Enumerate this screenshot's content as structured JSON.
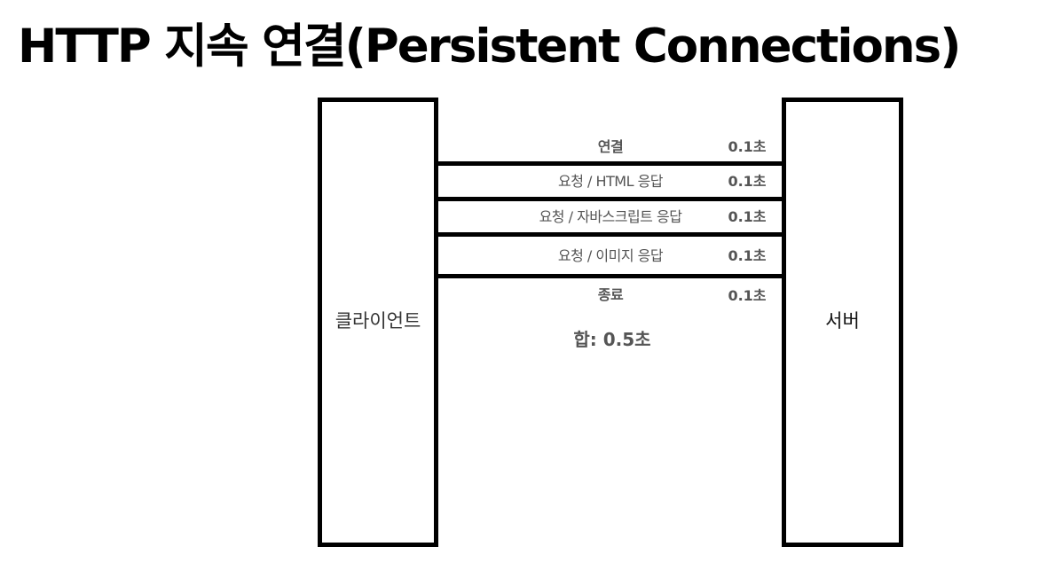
{
  "title": "HTTP 지속 연결(Persistent Connections)",
  "client": {
    "label": "클라이언트"
  },
  "server": {
    "label": "서버"
  },
  "steps": [
    {
      "label": "연결",
      "time": "0.1초"
    },
    {
      "label": "요청 / HTML 응답",
      "time": "0.1초"
    },
    {
      "label": "요청 / 자바스크립트 응답",
      "time": "0.1초"
    },
    {
      "label": "요청 / 이미지 응답",
      "time": "0.1초"
    },
    {
      "label": "종료",
      "time": "0.1초"
    }
  ],
  "total": "합: 0.5초",
  "colors": {
    "line": "#000000",
    "label_text": "#555555",
    "background": "#ffffff"
  }
}
